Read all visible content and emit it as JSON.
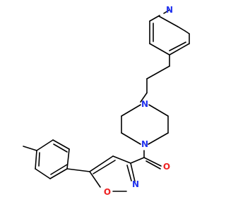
{
  "colors": {
    "background": "#ffffff",
    "bond": "#000000",
    "nitrogen": "#2233ee",
    "oxygen": "#ee2222"
  },
  "atoms": {
    "pyridine_n": "N",
    "piperazine_n_top": "N",
    "piperazine_n_bottom": "N",
    "carbonyl_o": "O",
    "isoxazole_o": "O",
    "isoxazole_n": "N"
  }
}
